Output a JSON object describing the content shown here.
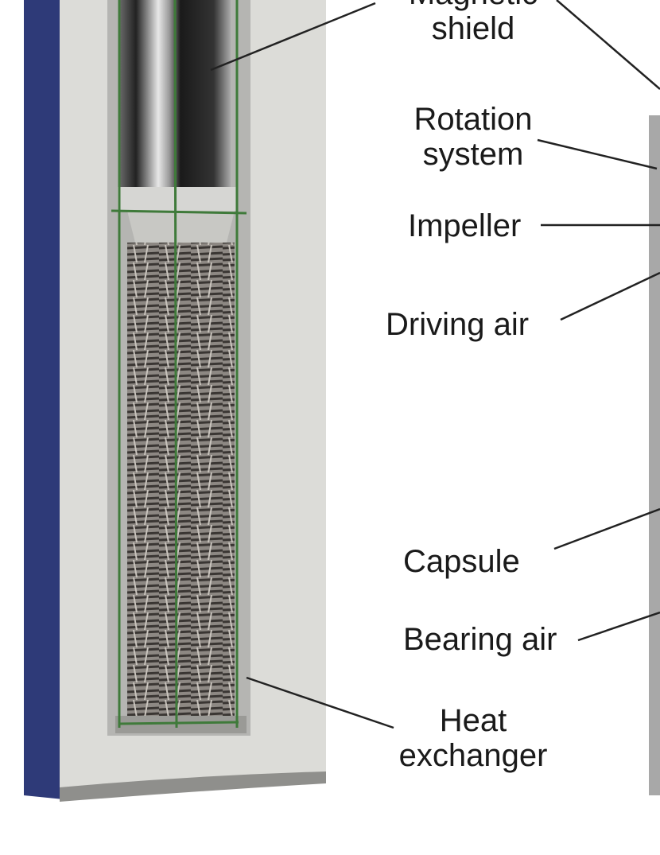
{
  "labels": {
    "magnetic_shield": [
      "Magnetic",
      "shield"
    ],
    "rotation_system": [
      "Rotation",
      "system"
    ],
    "impeller": "Impeller",
    "driving_air": "Driving air",
    "capsule": "Capsule",
    "bearing_air": "Bearing air",
    "heat_exchanger": [
      "Heat",
      "exchanger"
    ]
  },
  "colors": {
    "housing_edge": "#2e3a78",
    "housing": "#dcdcd8",
    "frame_lines": "#3f7a3a",
    "heat_exchanger": "#8a8580"
  }
}
